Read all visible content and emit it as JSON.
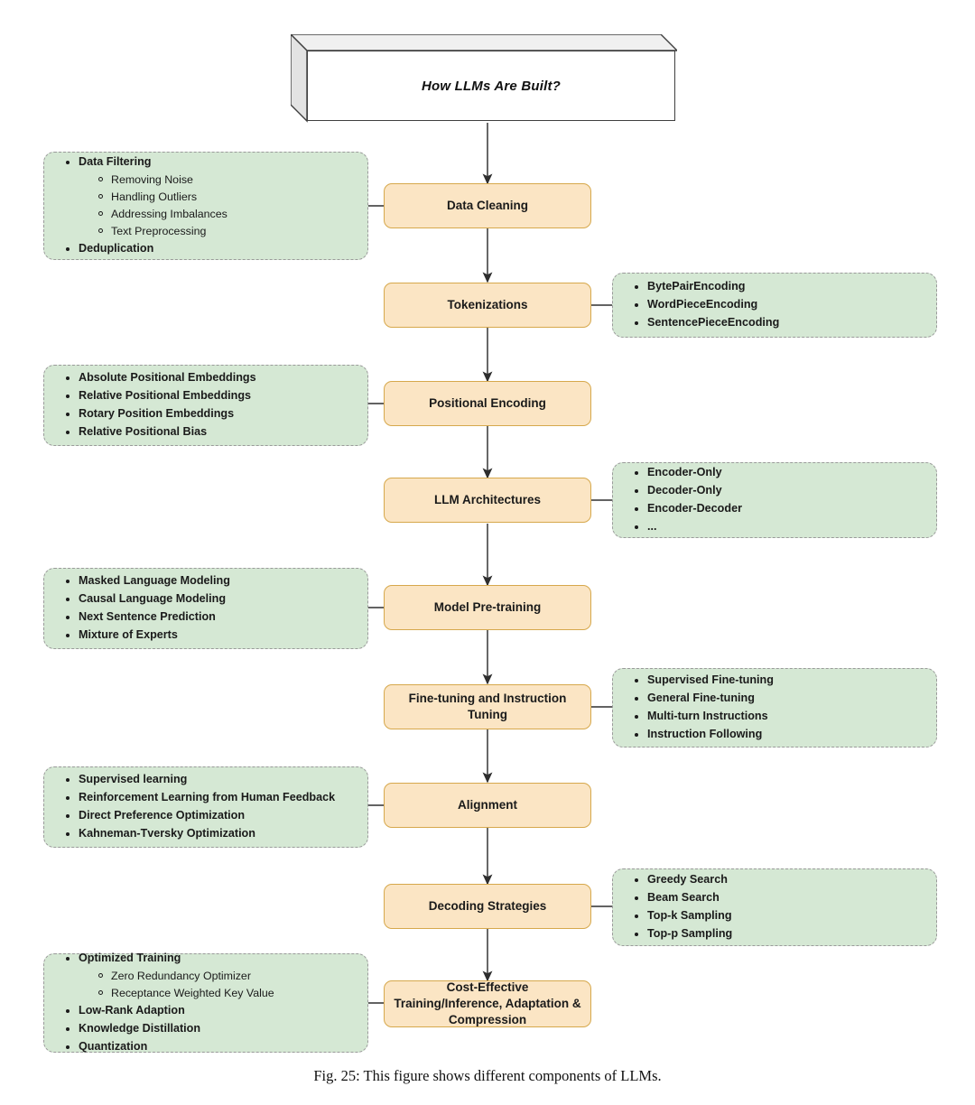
{
  "figure": {
    "title_box": {
      "label": "How LLMs Are Built?"
    },
    "caption": "Fig. 25: This figure shows different components of LLMs.",
    "colors": {
      "process_fill": "#fbe5c4",
      "process_border": "#d6a84c",
      "note_fill": "#d5e8d4",
      "note_border": "#9a9a9a",
      "connector": "#4d4d4d",
      "title_border": "#3f3f3f"
    },
    "stages": [
      {
        "id": "data-cleaning",
        "label": "Data Cleaning",
        "note_side": "left",
        "items": [
          {
            "label": "Data Filtering",
            "sub": [
              "Removing Noise",
              "Handling Outliers",
              "Addressing Imbalances",
              "Text Preprocessing"
            ]
          },
          {
            "label": "Deduplication",
            "sub": []
          }
        ]
      },
      {
        "id": "tokenizations",
        "label": "Tokenizations",
        "note_side": "right",
        "items": [
          {
            "label": "BytePairEncoding",
            "sub": []
          },
          {
            "label": "WordPieceEncoding",
            "sub": []
          },
          {
            "label": "SentencePieceEncoding",
            "sub": []
          }
        ]
      },
      {
        "id": "positional-encoding",
        "label": "Positional Encoding",
        "note_side": "left",
        "items": [
          {
            "label": "Absolute Positional Embeddings",
            "sub": []
          },
          {
            "label": "Relative Positional Embeddings",
            "sub": []
          },
          {
            "label": "Rotary Position Embeddings",
            "sub": []
          },
          {
            "label": "Relative Positional Bias",
            "sub": []
          }
        ]
      },
      {
        "id": "llm-architectures",
        "label": "LLM Architectures",
        "note_side": "right",
        "items": [
          {
            "label": "Encoder-Only",
            "sub": []
          },
          {
            "label": "Decoder-Only",
            "sub": []
          },
          {
            "label": "Encoder-Decoder",
            "sub": []
          },
          {
            "label": "...",
            "sub": []
          }
        ]
      },
      {
        "id": "model-pre-training",
        "label": "Model Pre-training",
        "note_side": "left",
        "items": [
          {
            "label": "Masked Language Modeling",
            "sub": []
          },
          {
            "label": "Causal Language Modeling",
            "sub": []
          },
          {
            "label": "Next Sentence Prediction",
            "sub": []
          },
          {
            "label": "Mixture of Experts",
            "sub": []
          }
        ]
      },
      {
        "id": "fine-tuning-and-instruction-tuning",
        "label": "Fine-tuning and Instruction Tuning",
        "note_side": "right",
        "items": [
          {
            "label": "Supervised Fine-tuning",
            "sub": []
          },
          {
            "label": "General Fine-tuning",
            "sub": []
          },
          {
            "label": "Multi-turn Instructions",
            "sub": []
          },
          {
            "label": "Instruction Following",
            "sub": []
          }
        ]
      },
      {
        "id": "alignment",
        "label": "Alignment",
        "note_side": "left",
        "items": [
          {
            "label": "Supervised learning",
            "sub": []
          },
          {
            "label": "Reinforcement Learning from Human Feedback",
            "sub": []
          },
          {
            "label": "Direct Preference Optimization",
            "sub": []
          },
          {
            "label": "Kahneman-Tversky Optimization",
            "sub": []
          }
        ]
      },
      {
        "id": "decoding-strategies",
        "label": "Decoding Strategies",
        "note_side": "right",
        "items": [
          {
            "label": "Greedy Search",
            "sub": []
          },
          {
            "label": "Beam Search",
            "sub": []
          },
          {
            "label": "Top-k Sampling",
            "sub": []
          },
          {
            "label": "Top-p Sampling",
            "sub": []
          }
        ]
      },
      {
        "id": "cost-effective-training",
        "label": "Cost-Effective Training/Inference, Adaptation & Compression",
        "note_side": "left",
        "items": [
          {
            "label": "Optimized Training",
            "sub": [
              "Zero Redundancy Optimizer",
              "Receptance Weighted Key Value"
            ]
          },
          {
            "label": "Low-Rank Adaption",
            "sub": []
          },
          {
            "label": "Knowledge Distillation",
            "sub": []
          },
          {
            "label": "Quantization",
            "sub": []
          }
        ]
      }
    ]
  }
}
